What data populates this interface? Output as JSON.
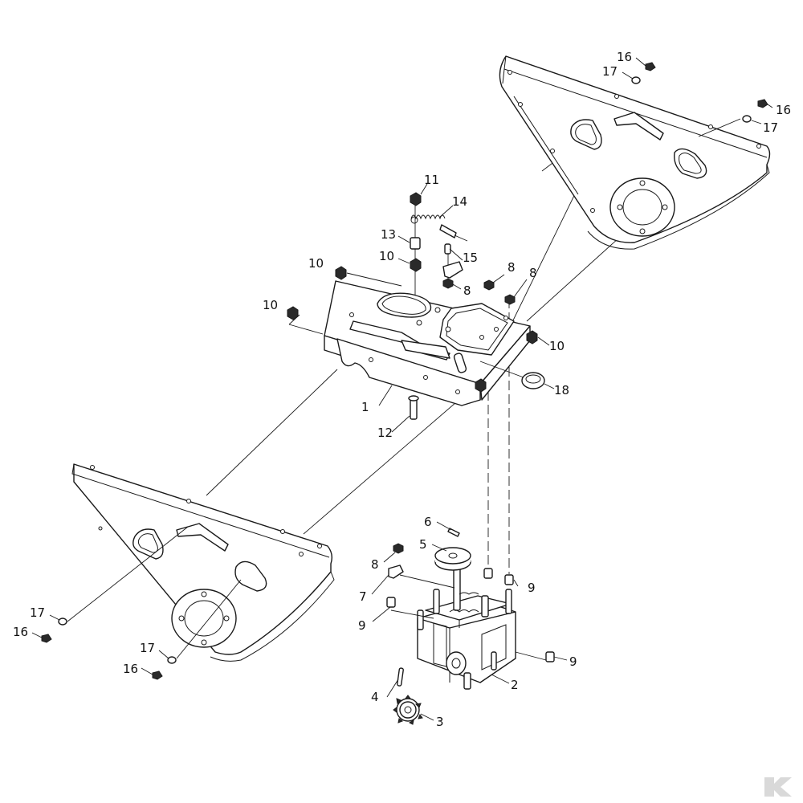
{
  "callouts": [
    {
      "id": "c1",
      "label": "1"
    },
    {
      "id": "c2",
      "label": "2"
    },
    {
      "id": "c3",
      "label": "3"
    },
    {
      "id": "c4",
      "label": "4"
    },
    {
      "id": "c5",
      "label": "5"
    },
    {
      "id": "c6",
      "label": "6"
    },
    {
      "id": "c7",
      "label": "7"
    },
    {
      "id": "c8a",
      "label": "8"
    },
    {
      "id": "c8b",
      "label": "8"
    },
    {
      "id": "c8c",
      "label": "8"
    },
    {
      "id": "c8d",
      "label": "8"
    },
    {
      "id": "c9a",
      "label": "9"
    },
    {
      "id": "c9b",
      "label": "9"
    },
    {
      "id": "c9c",
      "label": "9"
    },
    {
      "id": "c10a",
      "label": "10"
    },
    {
      "id": "c10b",
      "label": "10"
    },
    {
      "id": "c10c",
      "label": "10"
    },
    {
      "id": "c10d",
      "label": "10"
    },
    {
      "id": "c11",
      "label": "11"
    },
    {
      "id": "c12",
      "label": "12"
    },
    {
      "id": "c13",
      "label": "13"
    },
    {
      "id": "c14",
      "label": "14"
    },
    {
      "id": "c15",
      "label": "15"
    },
    {
      "id": "c16a",
      "label": "16"
    },
    {
      "id": "c16b",
      "label": "16"
    },
    {
      "id": "c16c",
      "label": "16"
    },
    {
      "id": "c16d",
      "label": "16"
    },
    {
      "id": "c17a",
      "label": "17"
    },
    {
      "id": "c17b",
      "label": "17"
    },
    {
      "id": "c17c",
      "label": "17"
    },
    {
      "id": "c17d",
      "label": "17"
    },
    {
      "id": "c18",
      "label": "18"
    }
  ],
  "logo": {
    "icon": "brand-k-logo-icon",
    "color": "#d9d9d9"
  }
}
